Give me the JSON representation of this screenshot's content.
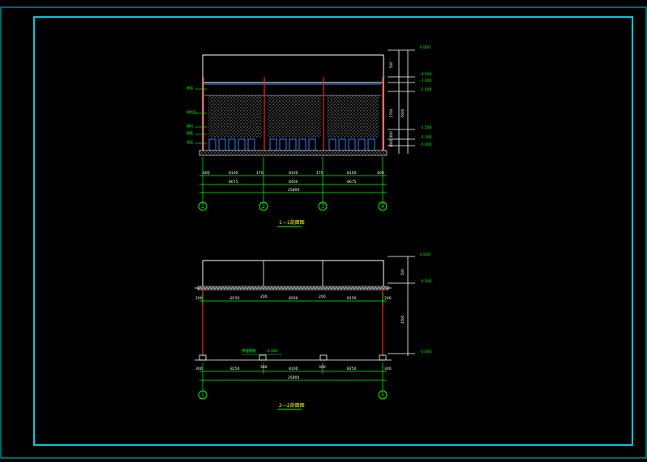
{
  "section_1": {
    "title": "1—1剖面图",
    "dims_segment": [
      "400",
      "8100",
      "170",
      "8100",
      "170",
      "8100",
      "400"
    ],
    "dims_span": [
      "8675",
      "8400",
      "8675"
    ],
    "dims_total": "25800",
    "axes": [
      "1",
      "2",
      "3",
      "4"
    ],
    "elev_labels": [
      "0.000",
      "-0.500",
      "-1.000",
      "-2.500",
      "-1.500",
      "-3.300",
      "-5.000"
    ],
    "side_labels": [
      "液面",
      "结构层",
      "填料",
      "钢筋",
      "垫层"
    ],
    "vert_dims": [
      "500",
      "2700",
      "800",
      "1000",
      "5000"
    ]
  },
  "section_2": {
    "title": "2—2剖面图",
    "dims_top": [
      "200",
      "8150",
      "200",
      "8200",
      "200",
      "8150",
      "200"
    ],
    "dims_bottom": [
      "300",
      "8250",
      "300",
      "8100",
      "300",
      "8250",
      "300"
    ],
    "dims_total": "25800",
    "axes": [
      "1",
      "5"
    ],
    "elev_labels": [
      "0.000",
      "-0.500",
      "-5.000"
    ],
    "note_label": "预埋钢板",
    "note_elev": "-0.300",
    "vert_dims": [
      "500",
      "4500"
    ]
  },
  "colors": {
    "frame": "#00c8d8",
    "lines": "#ffffff",
    "dims": "#00ff00",
    "red": "#ff2020",
    "blue": "#3080ff",
    "yellow": "#ffff00"
  }
}
